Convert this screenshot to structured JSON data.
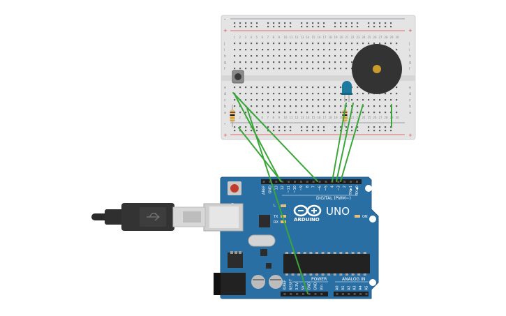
{
  "arduino": {
    "brand": "ARDUINO",
    "model": "UNO",
    "digital_label": "DIGITAL (PWM~)",
    "power_label": "POWER",
    "analog_label": "ANALOG IN",
    "on_label": "ON",
    "tx_label": "TX",
    "rx_label": "RX",
    "l_label": "L",
    "digital_pins": [
      "AREF",
      "GND",
      "13",
      "12",
      "~11",
      "~10",
      "~9",
      "8",
      "7",
      "~6",
      "~5",
      "4",
      "~3",
      "2",
      "TX▶1",
      "RX◀0"
    ],
    "power_pins": [
      "IOREF",
      "RESET",
      "3.3V",
      "5V",
      "GND",
      "GND",
      "Vin"
    ],
    "analog_pins": [
      "A0",
      "A1",
      "A2",
      "A3",
      "A4",
      "A5"
    ]
  },
  "breadboard": {
    "row_letters_top": [
      "j",
      "i",
      "h",
      "g",
      "f"
    ],
    "row_letters_bottom": [
      "e",
      "d",
      "c",
      "b",
      "a"
    ],
    "rail_plus": "+",
    "rail_minus": "-",
    "column_count": 30
  },
  "colors": {
    "board": "#2a6fa3",
    "header": "#1e1e1e",
    "wire": "#3aa63a",
    "breadboard": "#e6e6e6",
    "rail_red": "#d44",
    "rail_blue": "#557",
    "led": "#1b7a9e",
    "buzzer": "#333333",
    "buzzer_center": "#c89b2c",
    "button_cap": "#3a3a3a",
    "usb_cable": "#2b2b2b"
  }
}
